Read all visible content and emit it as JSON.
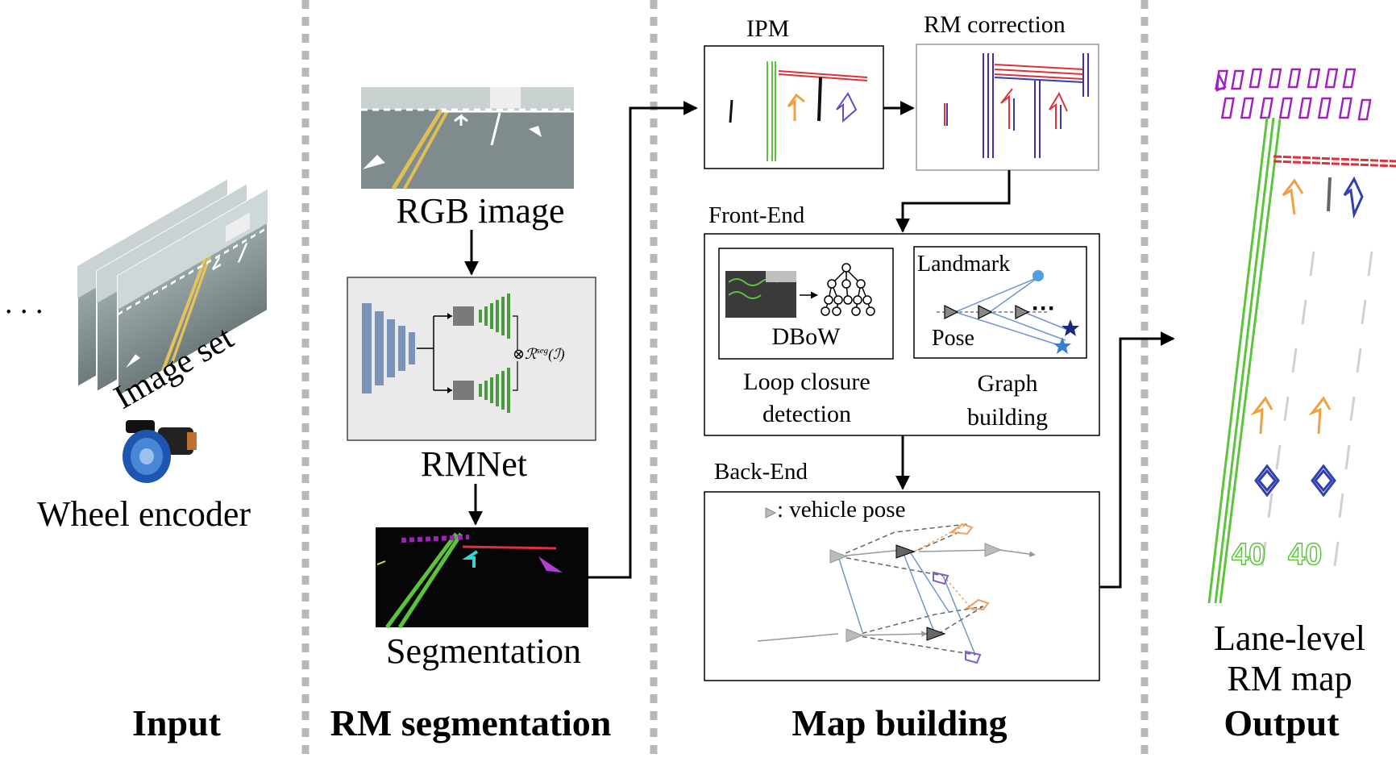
{
  "sections": {
    "input": "Input",
    "segmentation": "RM segmentation",
    "map_building": "Map building",
    "output": "Output"
  },
  "input": {
    "ellipsis": ". . .",
    "image_set": "Image set",
    "wheel_encoder": "Wheel encoder"
  },
  "segmentation": {
    "rgb_image": "RGB image",
    "rmnet": "RMNet",
    "formula": "⊗ℛ",
    "formula_sup": "seg",
    "formula_arg": "(ℐ)",
    "segmentation": "Segmentation"
  },
  "map_building": {
    "ipm": "IPM",
    "rm_correction": "RM correction",
    "front_end": "Front-End",
    "dbow": "DBoW",
    "landmark": "Landmark",
    "pose": "Pose",
    "loop_closure_1": "Loop closure",
    "loop_closure_2": "detection",
    "graph_building_1": "Graph",
    "graph_building_2": "building",
    "back_end": "Back-End",
    "vehicle_pose": ": vehicle pose"
  },
  "output": {
    "title_1": "Lane-level",
    "title_2": "RM map",
    "speed_label": "40"
  },
  "colors": {
    "divider": "#b8b8b8",
    "lane_green": "#5bc43a",
    "stop_red": "#e0303a",
    "crosswalk_purple": "#a020c0",
    "arrow_orange": "#f0a040",
    "arrow_blue": "#3040b0",
    "encoder_blue": "#2060c0",
    "cnn_blue": "#7b93b8",
    "cnn_green": "#4a9a40"
  }
}
